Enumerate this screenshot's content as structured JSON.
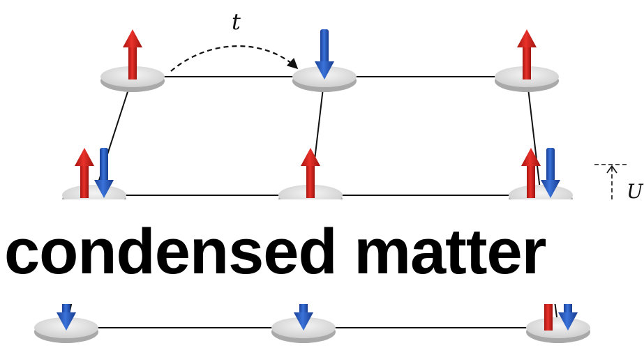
{
  "banner_top_text": "",
  "banner_text": "condensed matter",
  "hop_label": "t",
  "interaction_label": "U",
  "colors": {
    "spin_up": "#d9261c",
    "spin_down": "#2a5fc4",
    "site": "#dcdcdc",
    "bond": "#111111"
  },
  "sites": [
    {
      "row": 1,
      "col": 1,
      "spins": [
        "up"
      ]
    },
    {
      "row": 1,
      "col": 2,
      "spins": [
        "down"
      ]
    },
    {
      "row": 1,
      "col": 3,
      "spins": [
        "up"
      ]
    },
    {
      "row": 2,
      "col": 1,
      "spins": [
        "up",
        "down"
      ]
    },
    {
      "row": 2,
      "col": 2,
      "spins": [
        "up"
      ]
    },
    {
      "row": 2,
      "col": 3,
      "spins": [
        "up",
        "down"
      ]
    },
    {
      "row": 3,
      "col": 1,
      "spins": [
        "down"
      ]
    },
    {
      "row": 3,
      "col": 2,
      "spins": [
        "down"
      ]
    },
    {
      "row": 3,
      "col": 3,
      "spins": [
        "up",
        "down"
      ]
    }
  ]
}
